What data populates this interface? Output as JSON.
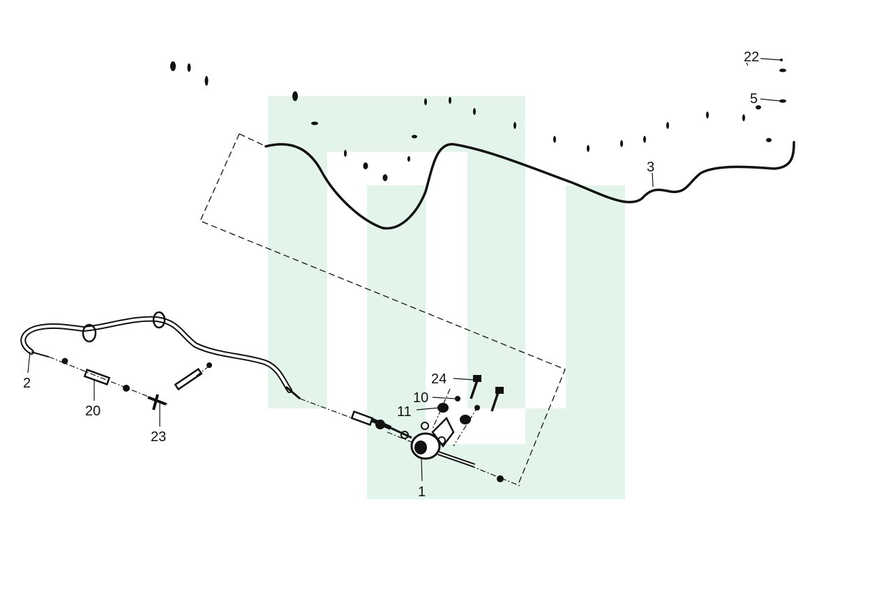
{
  "colors": {
    "ink": "#111111",
    "watermark": "#e3f4ea",
    "background": "#ffffff"
  },
  "watermark": {
    "shape": "stylized-logo-blocks"
  },
  "callouts": {
    "c22": "22",
    "c5": "5",
    "c3": "3",
    "c24": "24",
    "c10": "10",
    "c11": "11",
    "c2": "2",
    "c20": "20",
    "c23": "23",
    "c1": "1"
  }
}
